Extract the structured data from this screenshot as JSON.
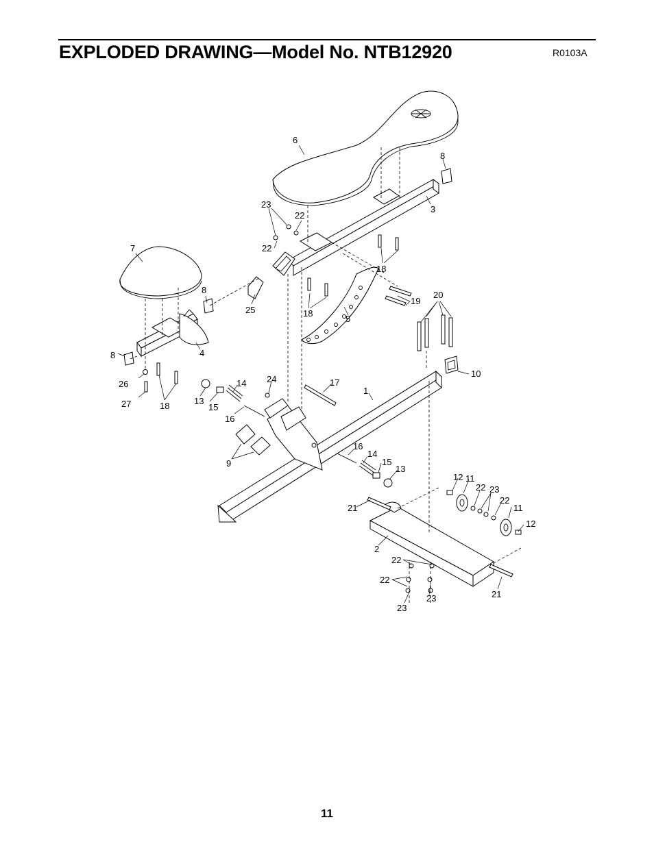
{
  "header": {
    "title": "EXPLODED DRAWING—Model No. NTB12920",
    "code": "R0103A"
  },
  "footer": {
    "page_number": "11"
  },
  "callouts": [
    "6",
    "8",
    "3",
    "23",
    "22",
    "22",
    "7",
    "18",
    "8",
    "25",
    "18",
    "19",
    "20",
    "5",
    "4",
    "8",
    "26",
    "27",
    "18",
    "13",
    "15",
    "14",
    "24",
    "17",
    "1",
    "16",
    "9",
    "16",
    "14",
    "15",
    "13",
    "10",
    "12",
    "11",
    "22",
    "23",
    "22",
    "11",
    "12",
    "21",
    "2",
    "22",
    "22",
    "23",
    "23",
    "21"
  ]
}
